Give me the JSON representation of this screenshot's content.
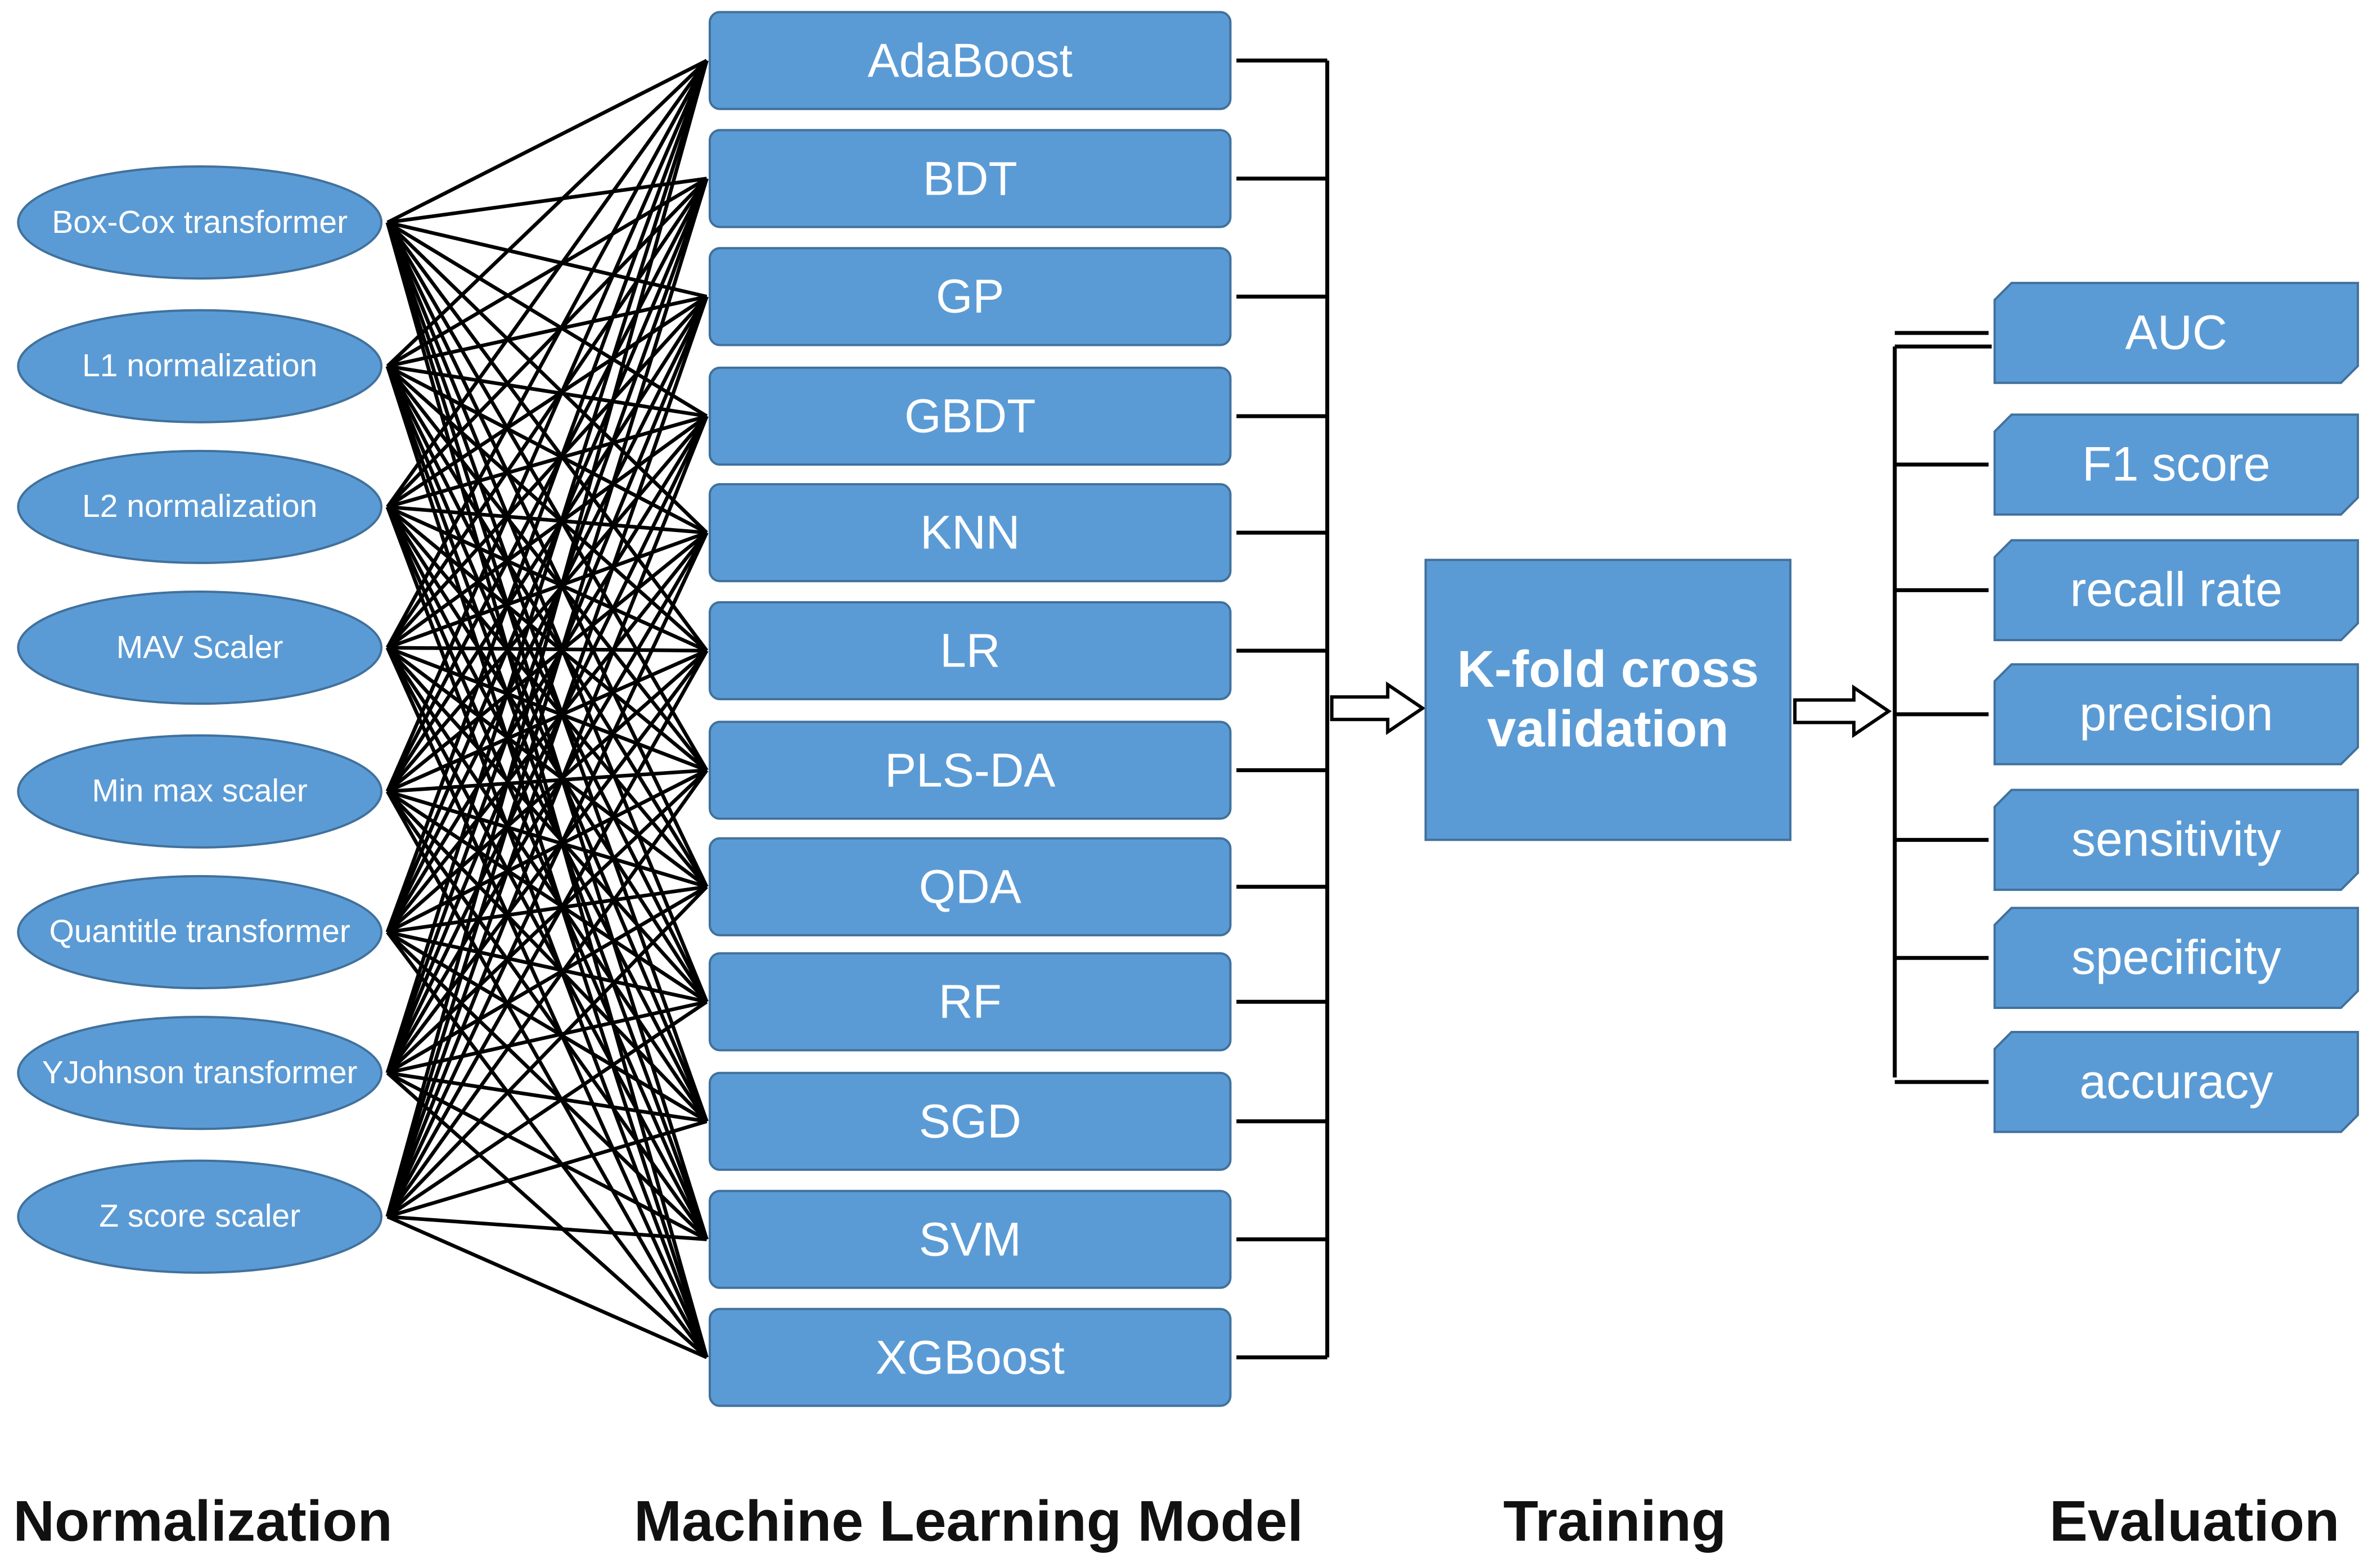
{
  "colors": {
    "node_fill": "#5b9bd5",
    "node_stroke": "#41719c",
    "line": "#000000",
    "text_on_node": "#ffffff"
  },
  "normalization": {
    "title": "Normalization",
    "items": [
      "Box-Cox transformer",
      "L1 normalization",
      "L2 normalization",
      "MAV Scaler",
      "Min max scaler",
      "Quantitle transformer",
      "YJohnson transformer",
      "Z score scaler"
    ]
  },
  "models": {
    "title": "Machine Learning Model",
    "items": [
      "AdaBoost",
      "BDT",
      "GP",
      "GBDT",
      "KNN",
      "LR",
      "PLS-DA",
      "QDA",
      "RF",
      "SGD",
      "SVM",
      "XGBoost"
    ]
  },
  "training": {
    "title": "Training",
    "box_label": "K-fold cross validation"
  },
  "evaluation": {
    "title": "Evaluation",
    "items": [
      "AUC",
      "F1 score",
      "recall rate",
      "precision",
      "sensitivity",
      "specificity",
      "accuracy"
    ]
  }
}
